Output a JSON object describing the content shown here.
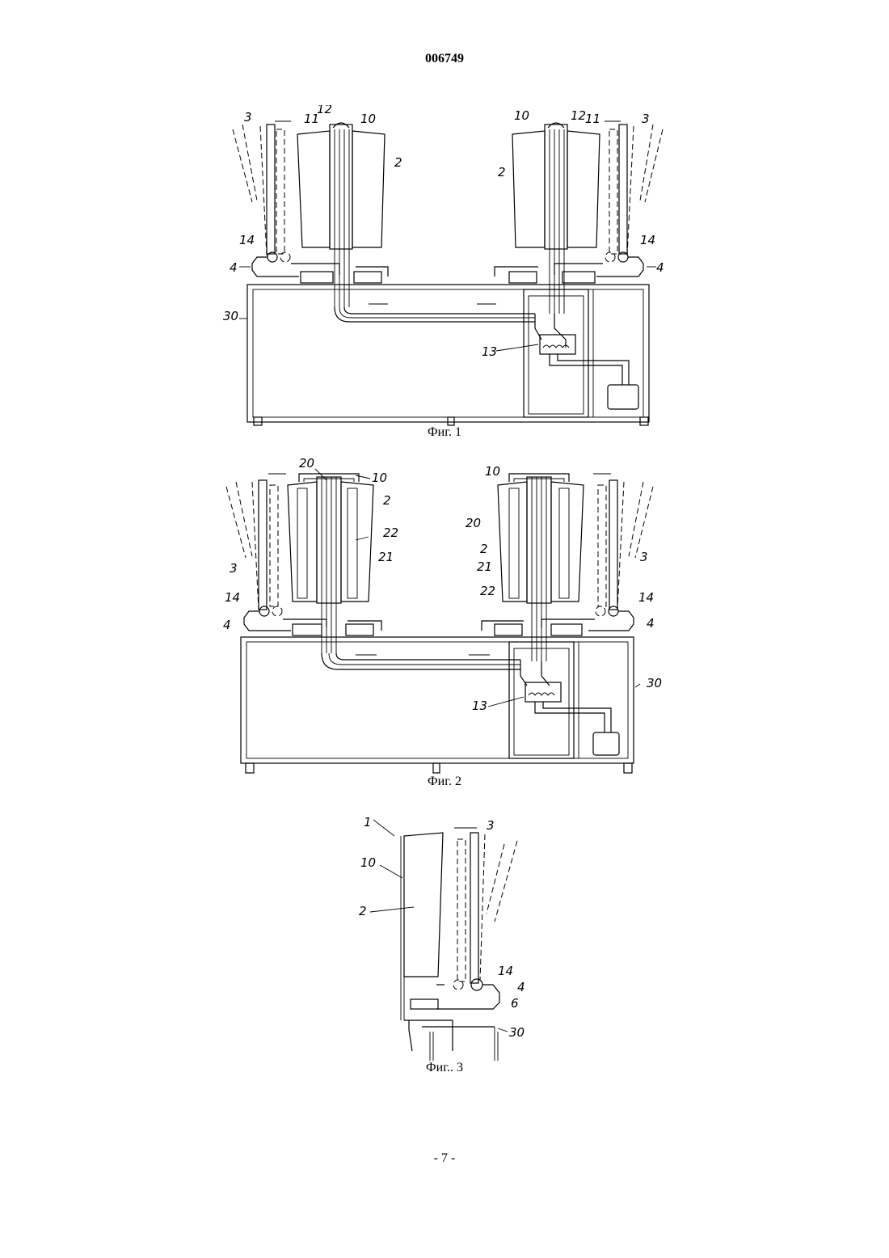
{
  "document": {
    "number": "006749",
    "page": "- 7 -"
  },
  "figures": [
    {
      "caption": "Фиг. 1",
      "labels": [
        "3",
        "11",
        "12",
        "10",
        "2",
        "10",
        "12",
        "11",
        "3",
        "2",
        "14",
        "14",
        "4",
        "4",
        "30",
        "13"
      ]
    },
    {
      "caption": "Фиг. 2",
      "labels": [
        "20",
        "10",
        "2",
        "22",
        "21",
        "3",
        "14",
        "4",
        "10",
        "20",
        "2",
        "21",
        "22",
        "3",
        "14",
        "4",
        "30",
        "13"
      ]
    },
    {
      "caption": "Фиг.. 3",
      "labels": [
        "1",
        "3",
        "10",
        "2",
        "14",
        "4",
        "6",
        "30"
      ]
    }
  ]
}
